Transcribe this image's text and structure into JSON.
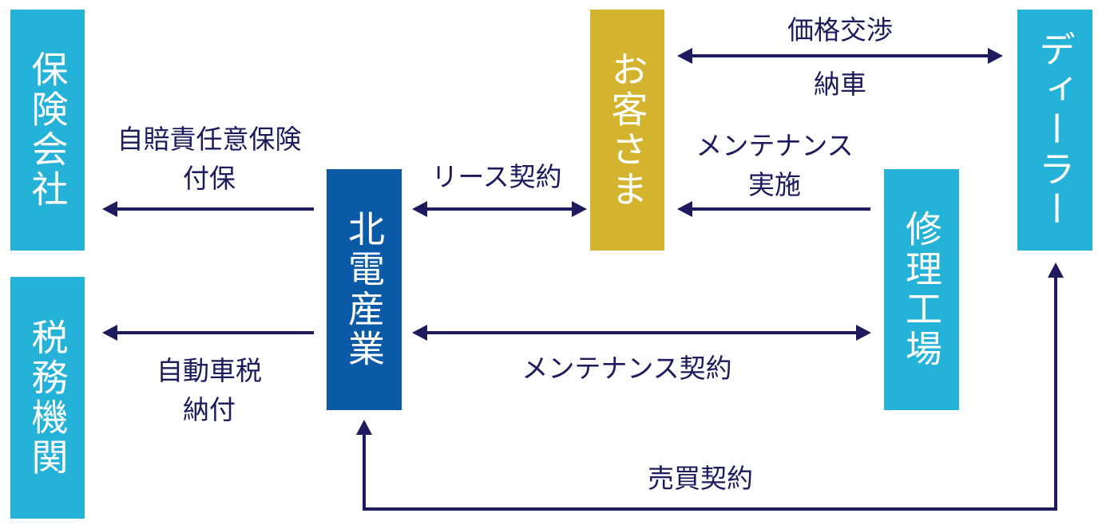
{
  "colors": {
    "cyan": "#25b2d9",
    "gold": "#d4b42e",
    "blue": "#0a5aa8",
    "navy": "#1d1a5e"
  },
  "entities": {
    "insurance": "保険会社",
    "tax": "税務機関",
    "hokuden": "北電産業",
    "customer": "お客さま",
    "repair": "修理工場",
    "dealer": "ディーラー"
  },
  "labels": {
    "insurance_line1": "自賠責任意保険",
    "insurance_line2": "付保",
    "tax_line1": "自動車税",
    "tax_line2": "納付",
    "lease": "リース契約",
    "price": "価格交渉",
    "delivery": "納車",
    "maintenance_line1": "メンテナンス",
    "maintenance_line2": "実施",
    "maintenance_contract": "メンテナンス契約",
    "sales_contract": "売買契約"
  }
}
